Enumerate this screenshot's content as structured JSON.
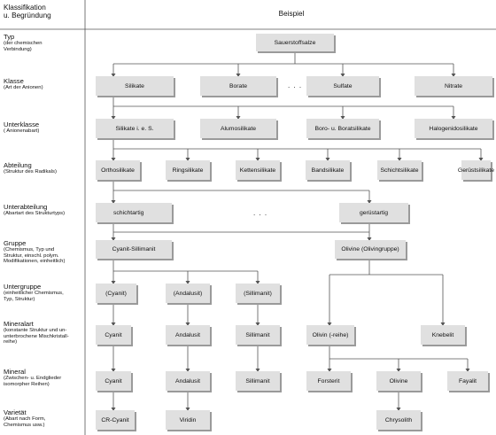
{
  "header": {
    "left": "Klassifikation\nu. Begründung",
    "right": "Beispiel"
  },
  "rows": [
    {
      "main": "Typ",
      "sub": "(der chemischen\nVerbindung)"
    },
    {
      "main": "Klasse",
      "sub": "(Art der Anionen)"
    },
    {
      "main": "Unterklasse",
      "sub": "( Anionenabart)"
    },
    {
      "main": "Abteilung",
      "sub": "(Struktur des Radikals)"
    },
    {
      "main": "Unterabteilung",
      "sub": "(Abartart des Strukturtyps)"
    },
    {
      "main": "Gruppe",
      "sub": "(Chemismus, Typ und\nStruktur, einschl. polym.\nModifikationen, einheitlich)"
    },
    {
      "main": "Untergruppe",
      "sub": "(einheitlicher Chemismus,\nTyp, Struktur)"
    },
    {
      "main": "Mineralart",
      "sub": "(konstante Struktur und un-\nunterbrochene Mischkristall-\nreihe)"
    },
    {
      "main": "Mineral",
      "sub": "(Zwischen- u. Endglieder\nisomorpher Reihen)"
    },
    {
      "main": "Varietät",
      "sub": "(Abart nach Form,\nChemismus usw.)"
    }
  ],
  "nodes": {
    "typ": "Sauerstoffsalze",
    "silikate": "Silikate",
    "borate": "Borate",
    "sulfate": "Sulfate",
    "nitrate": "Nitrate",
    "silikate_ies": "Silikate i. e. S.",
    "alumosilikate": "Alumosilikate",
    "borosilikate": "Boro- u. Boratsilikate",
    "halogenidosilikate": "Halogenidosilikate",
    "orthosilikate": "Orthosilikate",
    "ringsilikate": "Ringsilikate",
    "kettensilikate": "Kettensilikate",
    "bandsilikate": "Bandsilikate",
    "schichtsilikate": "Schichtsilikate",
    "geruestsilikate": "Gerüstsilikate",
    "schichtartig": "schichtartig",
    "geruestartig": "gerüstartig",
    "cyanit_sillimanit": "Cyanit-Sillimanit",
    "olivine_gruppe": "Olivine (Olivingruppe)",
    "ug_cyanit": "(Cyanit)",
    "ug_andalusit": "(Andalusit)",
    "ug_sillimanit": "(Sillimanit)",
    "ma_cyanit": "Cyanit",
    "ma_andalusit": "Andalusit",
    "ma_sillimanit": "Sillimanit",
    "ma_olivin": "Olivin (-reihe)",
    "ma_knebelit": "Knebelit",
    "m_cyanit": "Cyanit",
    "m_andalusit": "Andalusit",
    "m_sillimanit": "Sillimanit",
    "m_forsterit": "Forsterit",
    "m_olivine": "Olivine",
    "m_fayalit": "Fayalit",
    "v_crcyanit": "CR-Cyanit",
    "v_viridin": "Viridin",
    "v_chrysolith": "Chrysolith"
  },
  "ellipses": {
    "klasse": ". . .",
    "unterabteilung": ". . ."
  }
}
